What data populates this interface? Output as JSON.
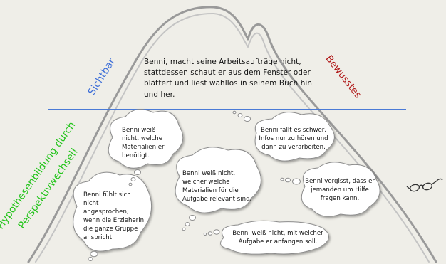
{
  "colors": {
    "background": "#efeee8",
    "mountain_stroke": "#8a8a8a",
    "divider": "#4a7ad6",
    "visible_label": "#3e6fd8",
    "conscious_label": "#b01818",
    "hypothesis_label": "#22c41a"
  },
  "labels": {
    "visible": "Sichtbar",
    "conscious": "Bewusstes",
    "hypothesis_line1": "Hypothesenbildung durch",
    "hypothesis_line2": "Perspektivwechsel!"
  },
  "observation": "Benni,  macht seine Arbeitsaufträge nicht, stattdessen schaut er aus dem Fenster oder blättert und liest wahllos in seinem Buch hin und her.",
  "bubbles": {
    "materials_unknown": "Benni weiß nicht, welche Materialien er benötigt.",
    "listening_hard": "Benni fällt es schwer, Infos nur zu hören und dann zu verarbeiten.",
    "materials_relevant": "Benni weiß nicht, welcher welche Materialien für die Aufgabe relevant sind.",
    "forgets_help": "Benni vergisst, dass er jemanden um Hilfe fragen kann.",
    "not_addressed": "Benni fühlt sich nicht angesprochen, wenn die Erzieherin die ganze Gruppe anspricht.",
    "where_to_start": "Benni weiß nicht, mit welcher Aufgabe er anfangen soll."
  },
  "icons": {
    "glasses": "glasses-icon"
  }
}
